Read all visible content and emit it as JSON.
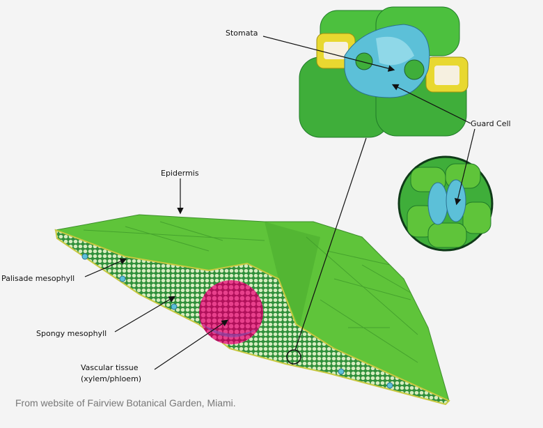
{
  "labels": {
    "stomata": "Stomata",
    "guard_cell": "Guard Cell",
    "epidermis": "Epidermis",
    "palisade": "Palisade mesophyll",
    "spongy": "Spongy mesophyll",
    "vascular_line1": "Vascular tissue",
    "vascular_line2": "(xylem/phloem)"
  },
  "caption": "From website of Fairview Botanical Garden, Miami.",
  "colors": {
    "leaf_top": "#5fc43a",
    "leaf_section": "#3aa040",
    "cell": "#cfe8b0",
    "vascular": "#d8307a",
    "guard": "#5cc0d8",
    "background": "#f4f4f4"
  }
}
